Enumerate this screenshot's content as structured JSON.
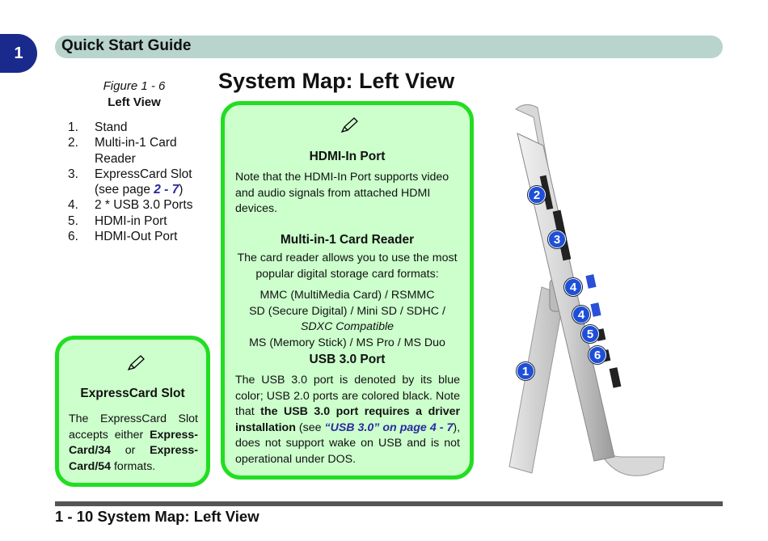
{
  "chapter_number": "1",
  "header_title": "Quick Start Guide",
  "figure": {
    "caption": "Figure 1 - 6",
    "title": "Left View"
  },
  "legend": [
    {
      "num": "1.",
      "text": "Stand"
    },
    {
      "num": "2.",
      "text": "Multi-in-1 Card Reader"
    },
    {
      "num": "3.",
      "text_a": "ExpressCard Slot (see page ",
      "link": "2 - 7",
      "text_b": ")"
    },
    {
      "num": "4.",
      "text": "2 * USB 3.0 Ports"
    },
    {
      "num": "5.",
      "text": "HDMI-in Port"
    },
    {
      "num": "6.",
      "text": "HDMI-Out Port"
    }
  ],
  "main_title": "System Map: Left View",
  "hdmi_in": {
    "heading": "HDMI-In Port",
    "body": "Note that the HDMI-In Port supports video and audio signals from attached HDMI devices."
  },
  "card_reader": {
    "heading": "Multi-in-1 Card Reader",
    "body": "The card reader allows you to use the most popular digital storage card formats:",
    "line1": "MMC (MultiMedia Card) / RSMMC",
    "line2": "SD (Secure Digital) / Mini SD / SDHC /",
    "line3": "SDXC Compatible",
    "line4": "MS (Memory Stick) / MS Pro / MS Duo"
  },
  "usb30": {
    "heading": "USB 3.0 Port",
    "body_a": "The USB 3.0 port is denoted by its blue color; USB 2.0 ports are colored black. Note that ",
    "body_bold": "the USB 3.0 port requires a driver installation",
    "body_b": " (see ",
    "link": "“USB 3.0” on page 4 - 7",
    "body_c": "), does not support wake on USB and is not operational under DOS."
  },
  "expresscard": {
    "heading": "ExpressCard Slot",
    "body_a": "The ExpressCard Slot accepts either ",
    "bold1": "Express-Card/34",
    "body_b": " or ",
    "bold2": "Express-Card/54",
    "body_c": " formats."
  },
  "callouts": [
    "2",
    "3",
    "4",
    "4",
    "5",
    "6",
    "1"
  ],
  "footer": "1 - 10 System Map: Left View",
  "colors": {
    "chapter_tab": "#1a2a8c",
    "header_bar": "#b8d4cc",
    "note_bg": "#ccffcc",
    "note_border": "#22dd22",
    "callout": "#1f4fd8",
    "link": "#2a2aa0"
  }
}
